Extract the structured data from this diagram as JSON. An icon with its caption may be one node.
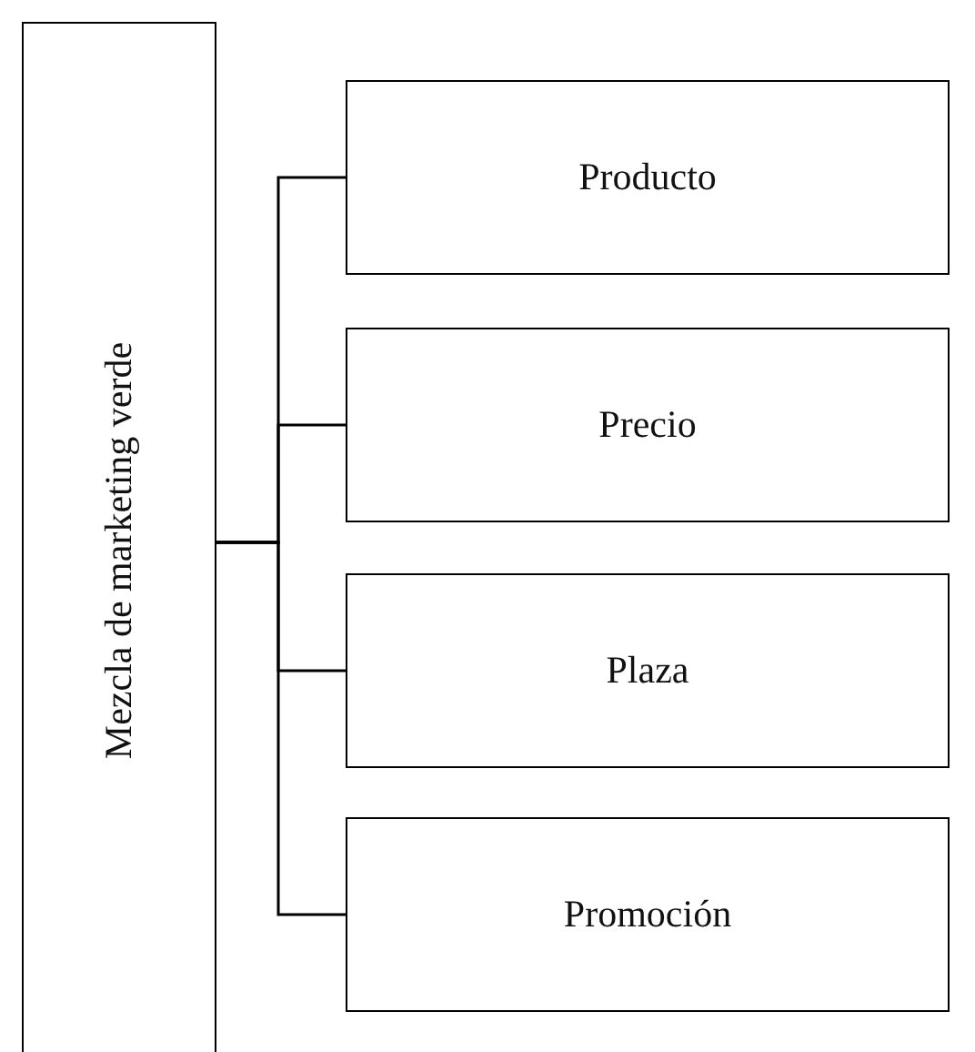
{
  "diagram": {
    "nodes": [
      {
        "text": [
          "Mezcla de marketing verde"
        ]
      },
      {
        "text": [
          "Producto"
        ]
      },
      {
        "text": [
          "Precio"
        ]
      },
      {
        "text": [
          "Plaza"
        ]
      },
      {
        "text": [
          "Promoción"
        ]
      }
    ],
    "edges": [
      {
        "from": 0,
        "to": 1,
        "arrow": "none"
      },
      {
        "from": 0,
        "to": 2,
        "arrow": "none"
      },
      {
        "from": 0,
        "to": 3,
        "arrow": "none"
      },
      {
        "from": 0,
        "to": 4,
        "arrow": "none"
      }
    ]
  }
}
